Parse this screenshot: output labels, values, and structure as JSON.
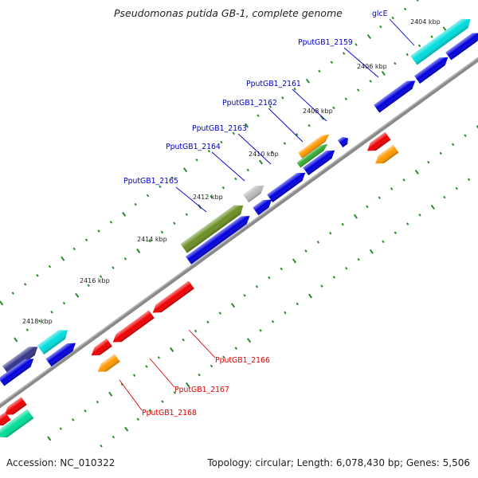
{
  "title": "Pseudomonas putida GB-1, complete genome",
  "footer": {
    "accession": "Accession: NC_010322",
    "summary": "Topology: circular; Length: 6,078,430 bp; Genes: 5,506"
  },
  "colors": {
    "backbone": "#888888",
    "forward_label": "#0000cc",
    "reverse_label": "#dd0000",
    "scale_dots": "#2b8a2b",
    "cds_blue": "#0000dd",
    "cds_red": "#ee0000",
    "cds_orange": "#ff9900",
    "cds_green": "#33aa33",
    "cds_cyan": "#00dddd",
    "cds_olive": "#6b8e23",
    "cds_gray": "#bbbbbb",
    "cds_navy": "#333388",
    "cds_mint": "#00dd99"
  },
  "tick_labels": [
    "2404 kbp",
    "2406 kbp",
    "2408 kbp",
    "2410 kbp",
    "2412 kbp",
    "2414 kbp",
    "2416 kbp",
    "2418 kbp"
  ],
  "gene_labels": {
    "forward": [
      "glcE",
      "PputGB1_2159",
      "PputGB1_2161",
      "PputGB1_2162",
      "PputGB1_2163",
      "PputGB1_2164",
      "PputGB1_2165"
    ],
    "reverse": [
      "PputGB1_2166",
      "PputGB1_2167",
      "PputGB1_2168"
    ]
  }
}
